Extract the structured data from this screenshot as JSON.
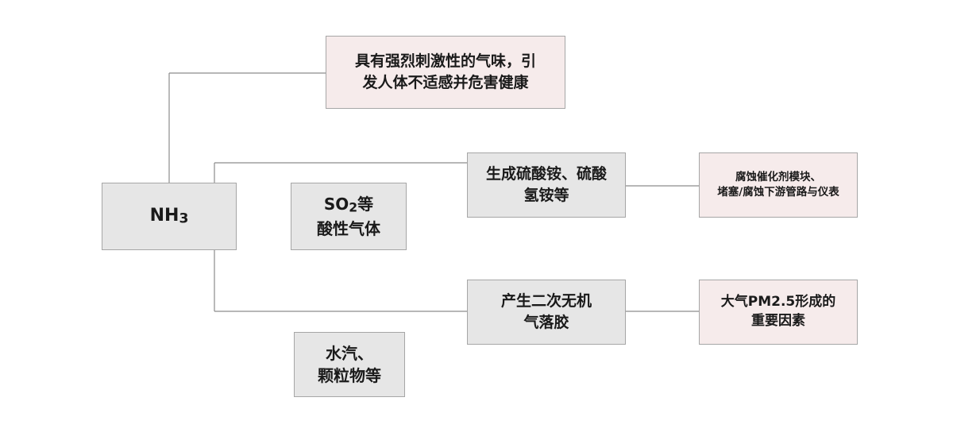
{
  "colors": {
    "gray_box": "#e6e6e6",
    "pink_box": "#f6ebeb",
    "border": "#a6a6a6",
    "connector": "#8c8c8c"
  },
  "nodes": {
    "nh3": {
      "label": "NH",
      "sub": "3"
    },
    "health": {
      "text": "具有强烈刺激性的气味，引\n发人体不适感并危害健康"
    },
    "so2": {
      "label": "SO",
      "sub": "2",
      "after": "等",
      "line2": "酸性气体"
    },
    "ammonium_sulfate": {
      "text": "生成硫酸铵、硫酸\n氢铵等"
    },
    "catalyst": {
      "text": "腐蚀催化剂模块、\n堵塞/腐蚀下游管路与仪表"
    },
    "aerosol": {
      "text": "产生二次无机\n气落胶"
    },
    "pm25": {
      "text": "大气PM2.5形成的\n重要因素"
    },
    "vapor": {
      "text": "水汽、\n颗粒物等"
    }
  }
}
